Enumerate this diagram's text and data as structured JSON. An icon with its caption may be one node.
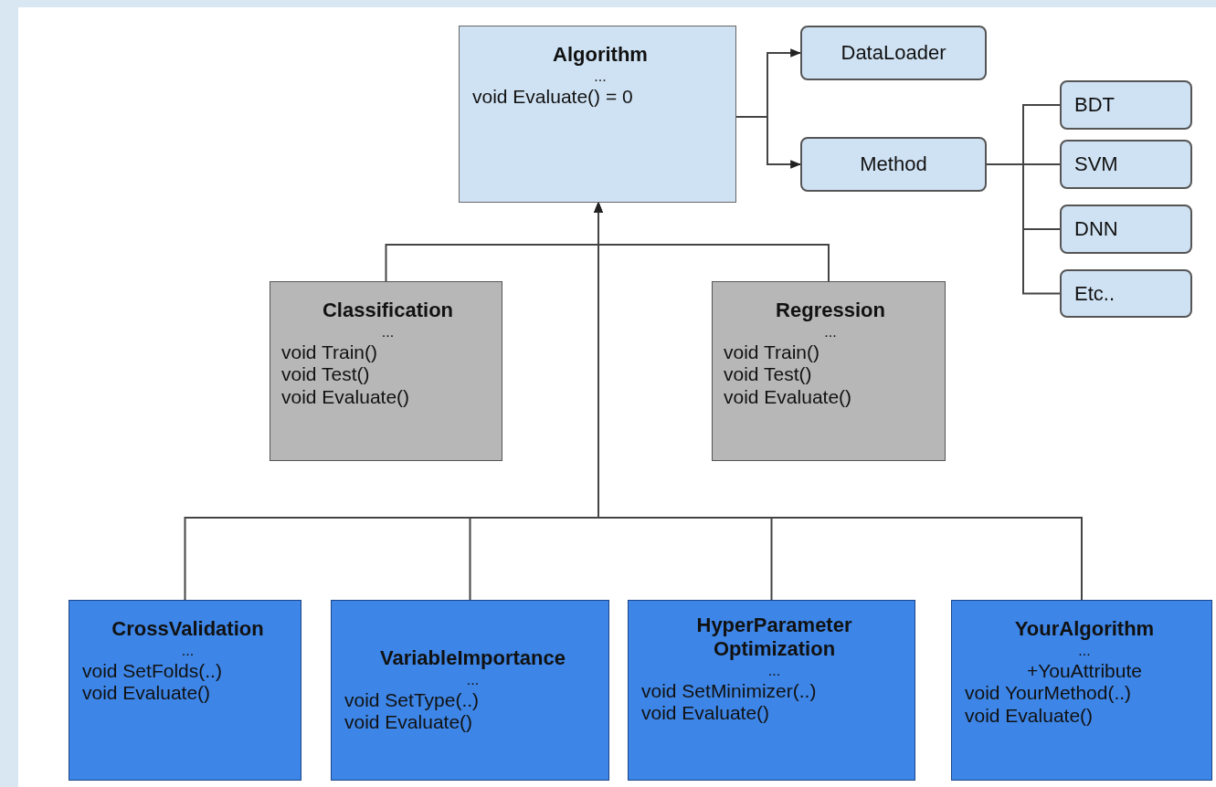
{
  "diagram": {
    "nodes": [
      {
        "text": [
          "Algorithm",
          "...",
          "void Evaluate() = 0"
        ]
      },
      {
        "text": [
          "DataLoader"
        ]
      },
      {
        "text": [
          "Method"
        ]
      },
      {
        "text": [
          "BDT"
        ]
      },
      {
        "text": [
          "SVM"
        ]
      },
      {
        "text": [
          "DNN"
        ]
      },
      {
        "text": [
          "Etc.."
        ]
      },
      {
        "text": [
          "Classification",
          "...",
          "void Train()",
          "void Test()",
          "void Evaluate()"
        ]
      },
      {
        "text": [
          "Regression",
          "...",
          "void Train()",
          "void Test()",
          "void Evaluate()"
        ]
      },
      {
        "text": [
          "CrossValidation",
          "...",
          "void SetFolds(..)",
          "void Evaluate()"
        ]
      },
      {
        "text": [
          "VariableImportance",
          "...",
          "void SetType(..)",
          "void Evaluate()"
        ]
      },
      {
        "text": [
          "HyperParameter Optimization",
          "...",
          "void SetMinimizer(..)",
          "void Evaluate()"
        ]
      },
      {
        "text": [
          "YourAlgorithm",
          "...",
          "+YouAttribute",
          "void YourMethod(..)",
          "void Evaluate()"
        ]
      }
    ],
    "edges": [
      {
        "from": 0,
        "to": 1,
        "arrow": "to"
      },
      {
        "from": 0,
        "to": 2,
        "arrow": "to"
      },
      {
        "from": 2,
        "to": 3,
        "arrow": "none"
      },
      {
        "from": 2,
        "to": 4,
        "arrow": "none"
      },
      {
        "from": 2,
        "to": 5,
        "arrow": "none"
      },
      {
        "from": 2,
        "to": 6,
        "arrow": "none"
      },
      {
        "from": 7,
        "to": 0,
        "arrow": "none"
      },
      {
        "from": 8,
        "to": 0,
        "arrow": "none"
      },
      {
        "from": 9,
        "to": 0,
        "arrow": "to"
      },
      {
        "from": 10,
        "to": 0,
        "arrow": "to"
      },
      {
        "from": 11,
        "to": 0,
        "arrow": "to"
      },
      {
        "from": 12,
        "to": 0,
        "arrow": "to"
      }
    ]
  }
}
